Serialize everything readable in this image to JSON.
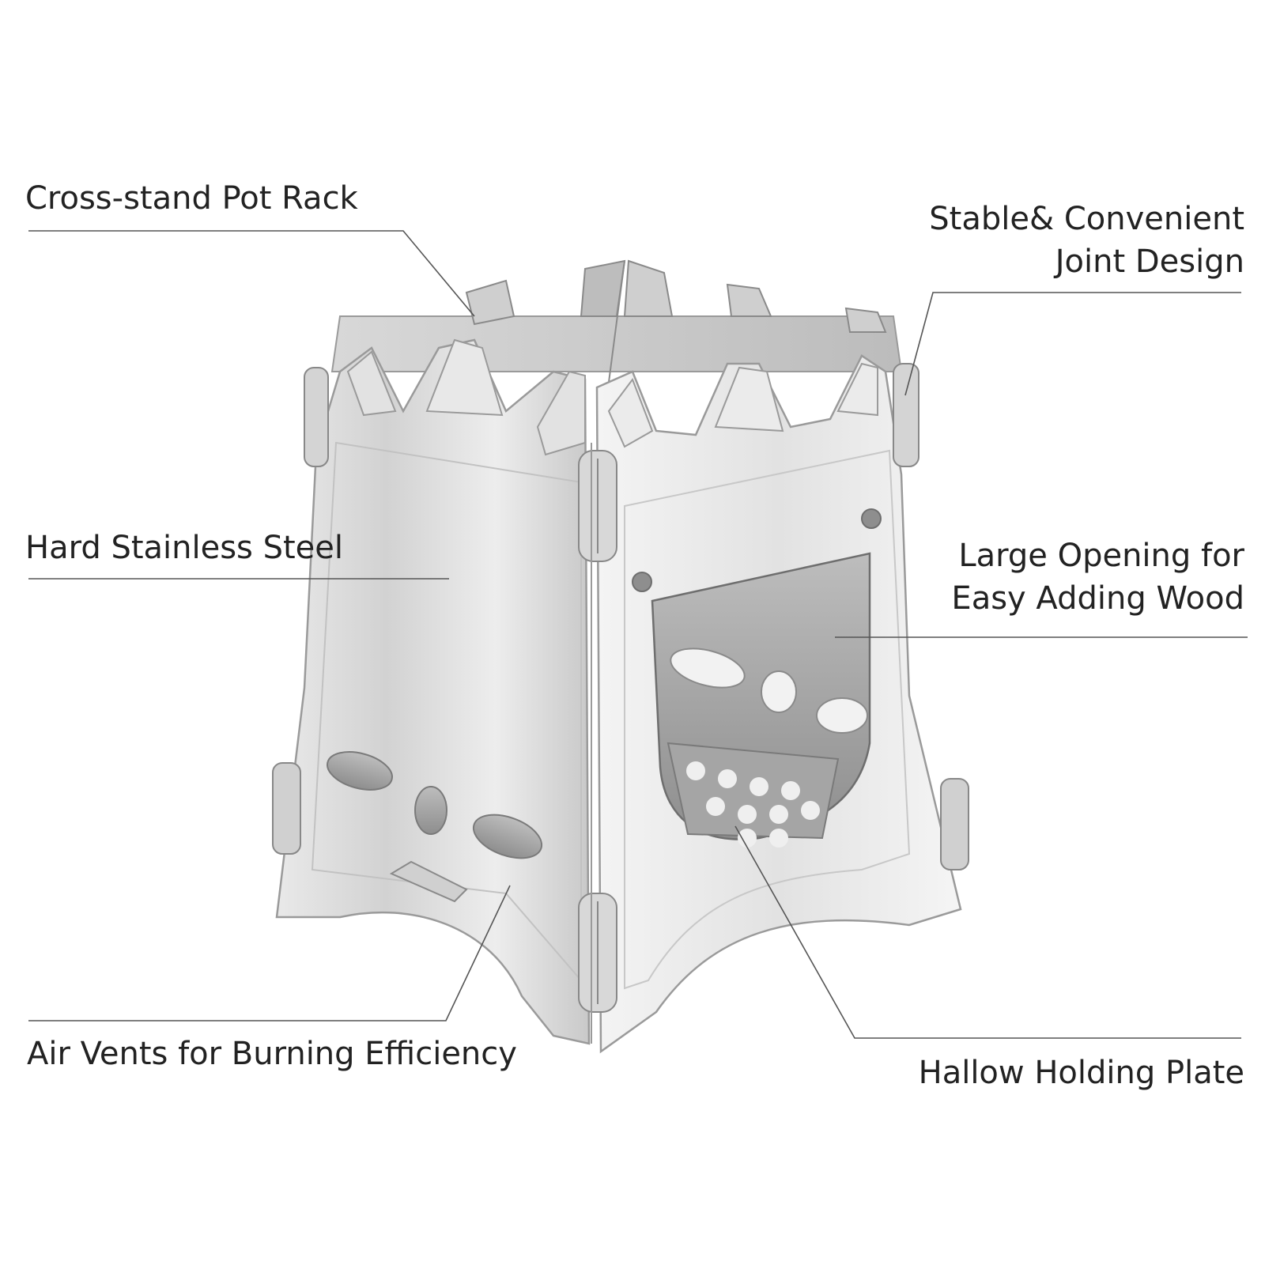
{
  "callouts": {
    "cross_stand_pot_rack": "Cross-stand Pot Rack",
    "joint_design": [
      "Stable& Convenient",
      "Joint Design"
    ],
    "hard_stainless_steel": "Hard Stainless Steel",
    "large_opening": [
      "Large Opening for",
      "Easy Adding Wood"
    ],
    "air_vents": "Air Vents for Burning Efficiency",
    "hallow_holding_plate": "Hallow Holding Plate"
  },
  "colors": {
    "background": "#ffffff",
    "text": "#222222",
    "leader_line": "#555555",
    "steel_light": "#f1f1f1",
    "steel_mid": "#d4d4d4",
    "steel_dark": "#a8a8a8"
  },
  "product": {
    "icon": "folding-stainless-steel-wood-stove-image"
  }
}
